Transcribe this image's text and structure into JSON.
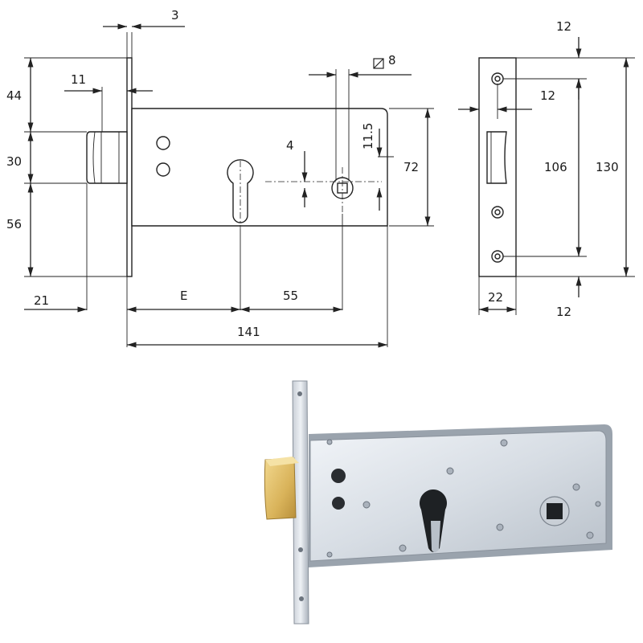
{
  "dimensions": {
    "faceplate_thickness": "3",
    "top_to_latch": "44",
    "latch_projection": "11",
    "latch_height": "30",
    "latch_to_bottom": "56",
    "latch_offset": "21",
    "backset": "E",
    "cylinder_to_spindle": "55",
    "case_length": "141",
    "square_spindle": "8",
    "cylinder_offset": "4",
    "spindle_height": "11.5",
    "case_height": "72",
    "screw_top_margin": "12",
    "screw_side_offset": "12",
    "screw_spacing": "106",
    "faceplate_length": "130",
    "faceplate_width": "22",
    "screw_bottom_margin": "12"
  },
  "colors": {
    "line": "#222222",
    "steel_light": "#dfe4ea",
    "steel_dark": "#9aa3ad",
    "brass": "#d9b35a"
  },
  "icons": {
    "square_symbol": "square-spindle-icon"
  }
}
